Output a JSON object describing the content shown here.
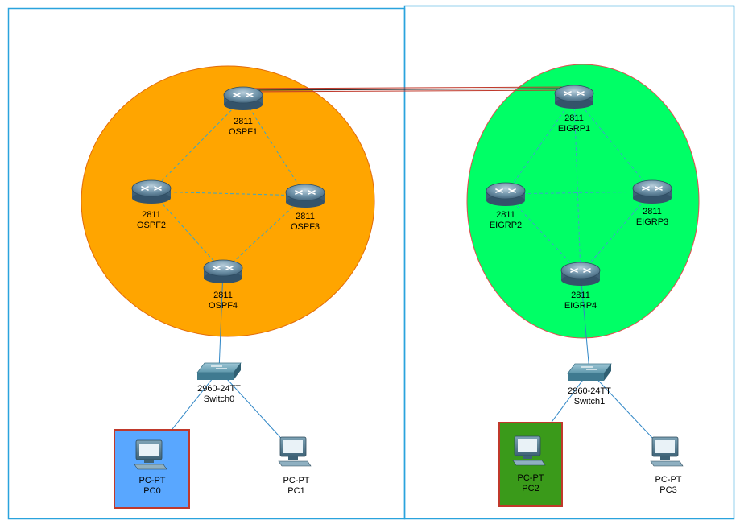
{
  "colors": {
    "area_border": "#2aa3dd",
    "ospf_area_fill": "#ffa500",
    "ospf_area_stroke": "#e26b0a",
    "eigrp_area_fill": "#00ff66",
    "eigrp_area_stroke": "#e05050",
    "dashed_link": "#3aa6c8",
    "solid_link": "#2f86c6",
    "wan_link_red": "#c0392b",
    "wan_link_dark": "#333333",
    "pc0_highlight_fill": "#59a7ff",
    "pc0_highlight_stroke": "#c0392b",
    "pc2_highlight_fill": "#3a9a1a",
    "pc2_highlight_stroke": "#c0392b",
    "router_body": "#5a7f97",
    "switch_body": "#4f8fa6"
  },
  "routers": [
    {
      "id": "ospf1",
      "icon": "router-icon",
      "model": "2811",
      "name": "OSPF1"
    },
    {
      "id": "ospf2",
      "icon": "router-icon",
      "model": "2811",
      "name": "OSPF2"
    },
    {
      "id": "ospf3",
      "icon": "router-icon",
      "model": "2811",
      "name": "OSPF3"
    },
    {
      "id": "ospf4",
      "icon": "router-icon",
      "model": "2811",
      "name": "OSPF4"
    },
    {
      "id": "eigrp1",
      "icon": "router-icon",
      "model": "2811",
      "name": "EIGRP1"
    },
    {
      "id": "eigrp2",
      "icon": "router-icon",
      "model": "2811",
      "name": "EIGRP2"
    },
    {
      "id": "eigrp3",
      "icon": "router-icon",
      "model": "2811",
      "name": "EIGRP3"
    },
    {
      "id": "eigrp4",
      "icon": "router-icon",
      "model": "2811",
      "name": "EIGRP4"
    }
  ],
  "switches": [
    {
      "id": "switch0",
      "icon": "switch-icon",
      "model": "2960-24TT",
      "name": "Switch0"
    },
    {
      "id": "switch1",
      "icon": "switch-icon",
      "model": "2960-24TT",
      "name": "Switch1"
    }
  ],
  "pcs": [
    {
      "id": "pc0",
      "icon": "pc-icon",
      "model": "PC-PT",
      "name": "PC0",
      "highlighted": true
    },
    {
      "id": "pc1",
      "icon": "pc-icon",
      "model": "PC-PT",
      "name": "PC1",
      "highlighted": false
    },
    {
      "id": "pc2",
      "icon": "pc-icon",
      "model": "PC-PT",
      "name": "PC2",
      "highlighted": true
    },
    {
      "id": "pc3",
      "icon": "pc-icon",
      "model": "PC-PT",
      "name": "PC3",
      "highlighted": false
    }
  ],
  "links": [
    {
      "from": "ospf1",
      "to": "ospf2",
      "style": "dashed"
    },
    {
      "from": "ospf1",
      "to": "ospf3",
      "style": "dashed"
    },
    {
      "from": "ospf2",
      "to": "ospf3",
      "style": "dashed"
    },
    {
      "from": "ospf2",
      "to": "ospf4",
      "style": "dashed"
    },
    {
      "from": "ospf3",
      "to": "ospf4",
      "style": "dashed"
    },
    {
      "from": "ospf4",
      "to": "switch0",
      "style": "solid"
    },
    {
      "from": "switch0",
      "to": "pc0",
      "style": "solid"
    },
    {
      "from": "switch0",
      "to": "pc1",
      "style": "solid"
    },
    {
      "from": "ospf1",
      "to": "eigrp1",
      "style": "wan"
    },
    {
      "from": "eigrp1",
      "to": "eigrp2",
      "style": "dashed"
    },
    {
      "from": "eigrp1",
      "to": "eigrp3",
      "style": "dashed"
    },
    {
      "from": "eigrp1",
      "to": "eigrp4",
      "style": "dashed"
    },
    {
      "from": "eigrp2",
      "to": "eigrp3",
      "style": "dashed"
    },
    {
      "from": "eigrp2",
      "to": "eigrp4",
      "style": "dashed"
    },
    {
      "from": "eigrp3",
      "to": "eigrp4",
      "style": "dashed"
    },
    {
      "from": "eigrp4",
      "to": "switch1",
      "style": "solid"
    },
    {
      "from": "switch1",
      "to": "pc2",
      "style": "solid"
    },
    {
      "from": "switch1",
      "to": "pc3",
      "style": "solid"
    }
  ]
}
